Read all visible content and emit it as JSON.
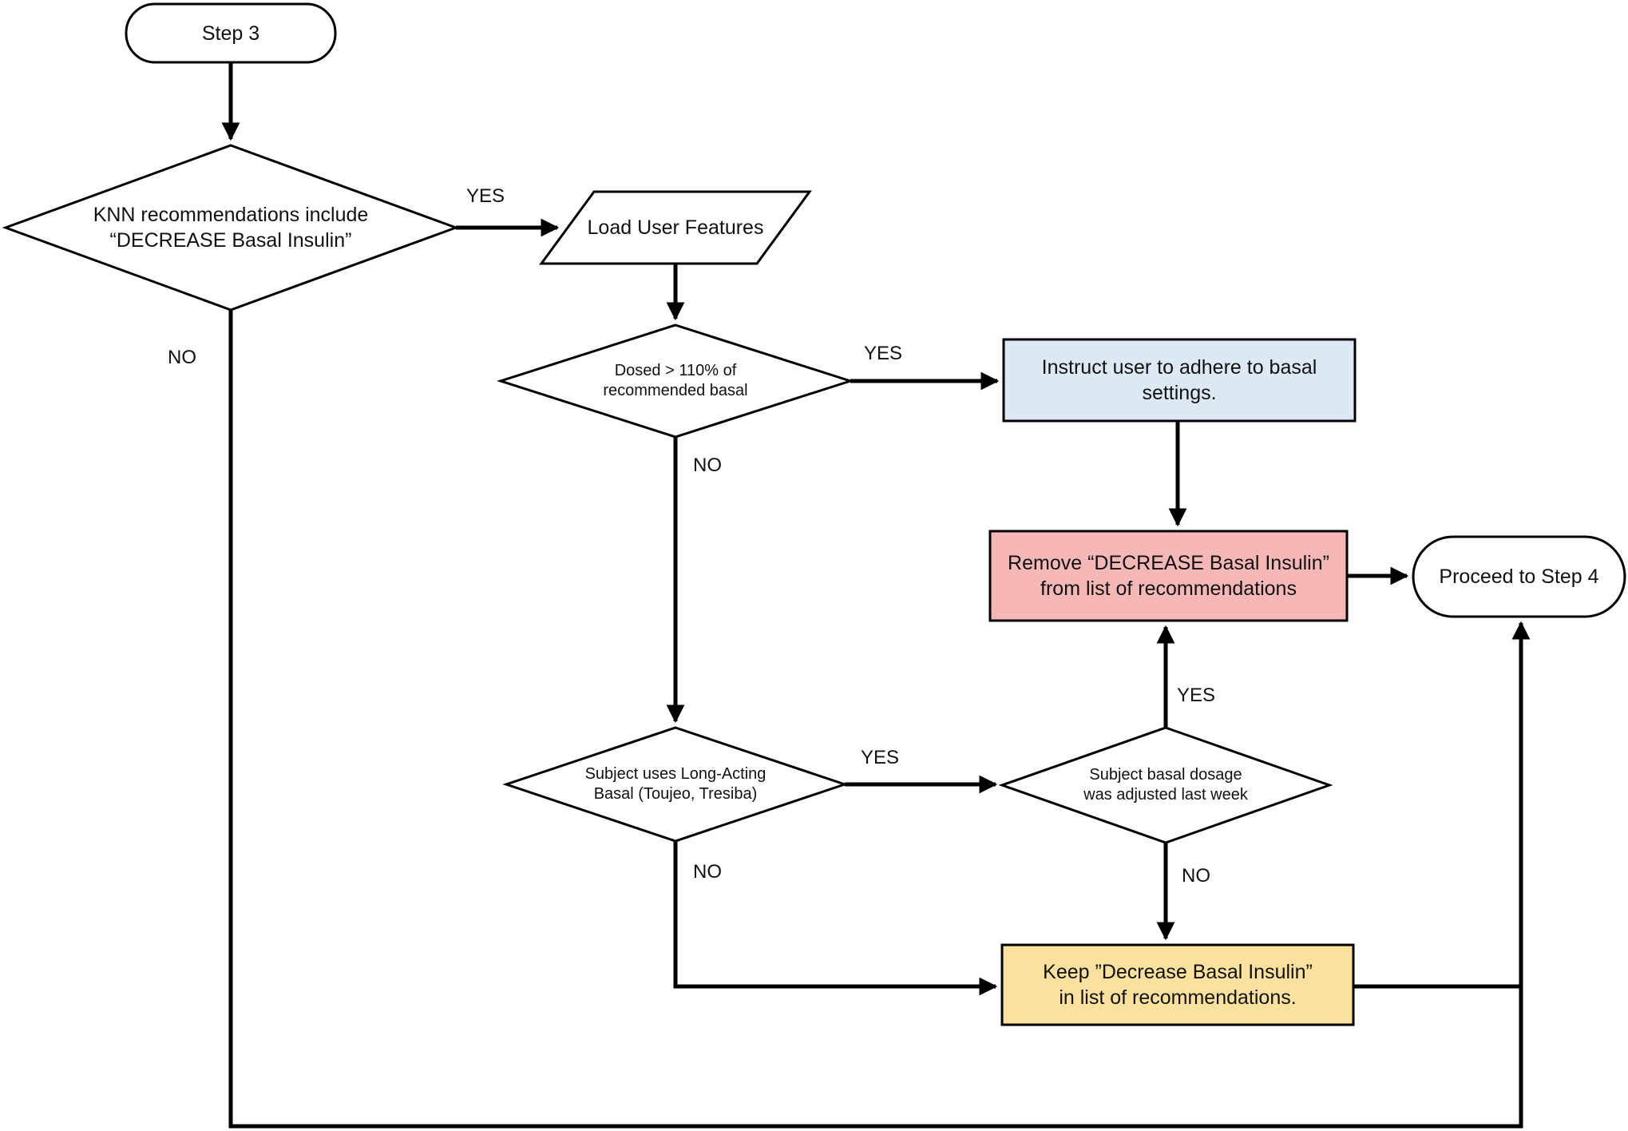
{
  "diagram": {
    "nodes": {
      "start": {
        "label": "Step 3"
      },
      "knn_decision": {
        "line1": "KNN recommendations include",
        "line2": "“DECREASE Basal Insulin”"
      },
      "load_features": {
        "label": "Load User Features"
      },
      "dosed_decision": {
        "line1": "Dosed > 110% of",
        "line2": "recommended basal"
      },
      "instruct": {
        "line1": "Instruct user to adhere to basal",
        "line2": "settings."
      },
      "remove": {
        "line1": "Remove “DECREASE Basal Insulin”",
        "line2": "from list of recommendations"
      },
      "proceed": {
        "label": "Proceed to Step 4"
      },
      "long_acting_decision": {
        "line1": "Subject uses Long-Acting",
        "line2": "Basal (Toujeo, Tresiba)"
      },
      "adjusted_decision": {
        "line1": "Subject basal dosage",
        "line2": "was adjusted last week"
      },
      "keep": {
        "line1": "Keep ”Decrease Basal Insulin”",
        "line2": "in list of recommendations."
      }
    },
    "edge_labels": {
      "knn_yes": "YES",
      "knn_no": "NO",
      "dosed_yes": "YES",
      "dosed_no": "NO",
      "long_acting_yes": "YES",
      "long_acting_no": "NO",
      "adjusted_yes": "YES",
      "adjusted_no": "NO"
    },
    "colors": {
      "instruct_fill": "#DCE9F5",
      "remove_fill": "#F5B8B6",
      "keep_fill": "#FBE19E",
      "shape_fill": "#FFFFFF",
      "stroke": "#000000"
    }
  }
}
